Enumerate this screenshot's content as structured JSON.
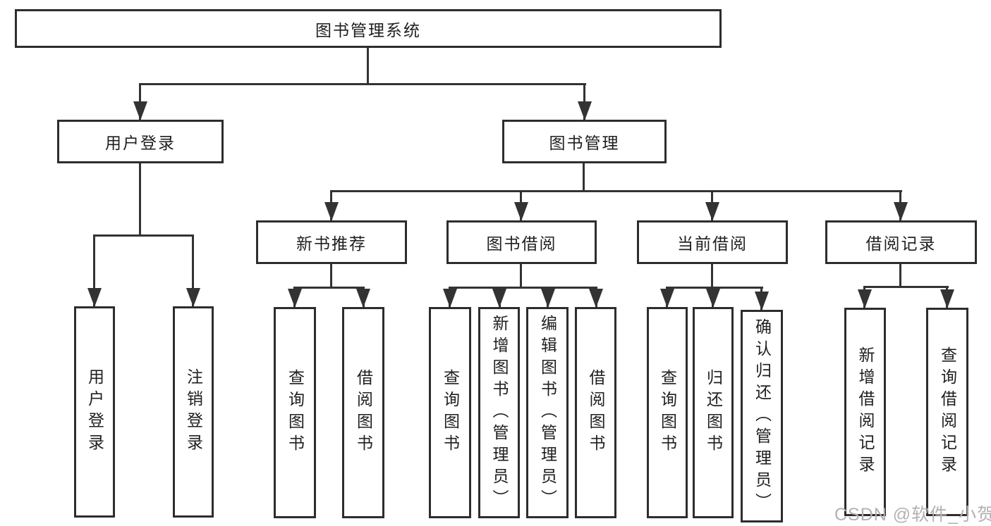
{
  "nodes": {
    "root": {
      "label": "图书管理系统"
    },
    "user_login": {
      "label": "用户登录"
    },
    "book_management": {
      "label": "图书管理"
    },
    "user_login_children": [
      {
        "label": "用户登录"
      },
      {
        "label": "注销登录"
      }
    ],
    "new_book_recommend": {
      "label": "新书推荐"
    },
    "new_book_recommend_children": [
      {
        "label": "查询图书"
      },
      {
        "label": "借阅图书"
      }
    ],
    "book_borrowing": {
      "label": "图书借阅"
    },
    "book_borrowing_children": [
      {
        "label": "查询图书"
      },
      {
        "label": "新增图书（管理员）"
      },
      {
        "label": "编辑图书（管理员）"
      },
      {
        "label": "借阅图书"
      }
    ],
    "current_borrowing": {
      "label": "当前借阅"
    },
    "current_borrowing_children": [
      {
        "label": "查询图书"
      },
      {
        "label": "归还图书"
      },
      {
        "label": "确认归还（管理员）"
      }
    ],
    "borrowing_records": {
      "label": "借阅记录"
    },
    "borrowing_records_children": [
      {
        "label": "新增借阅记录"
      },
      {
        "label": "查询借阅记录"
      }
    ]
  },
  "watermark": {
    "text": "CSDN @软件_小贺同学"
  },
  "colors": {
    "line": "#333333",
    "box_border": "#2d2d2d",
    "text": "#1f1f1f",
    "watermark": "#b2b2b2",
    "background": "#ffffff"
  }
}
